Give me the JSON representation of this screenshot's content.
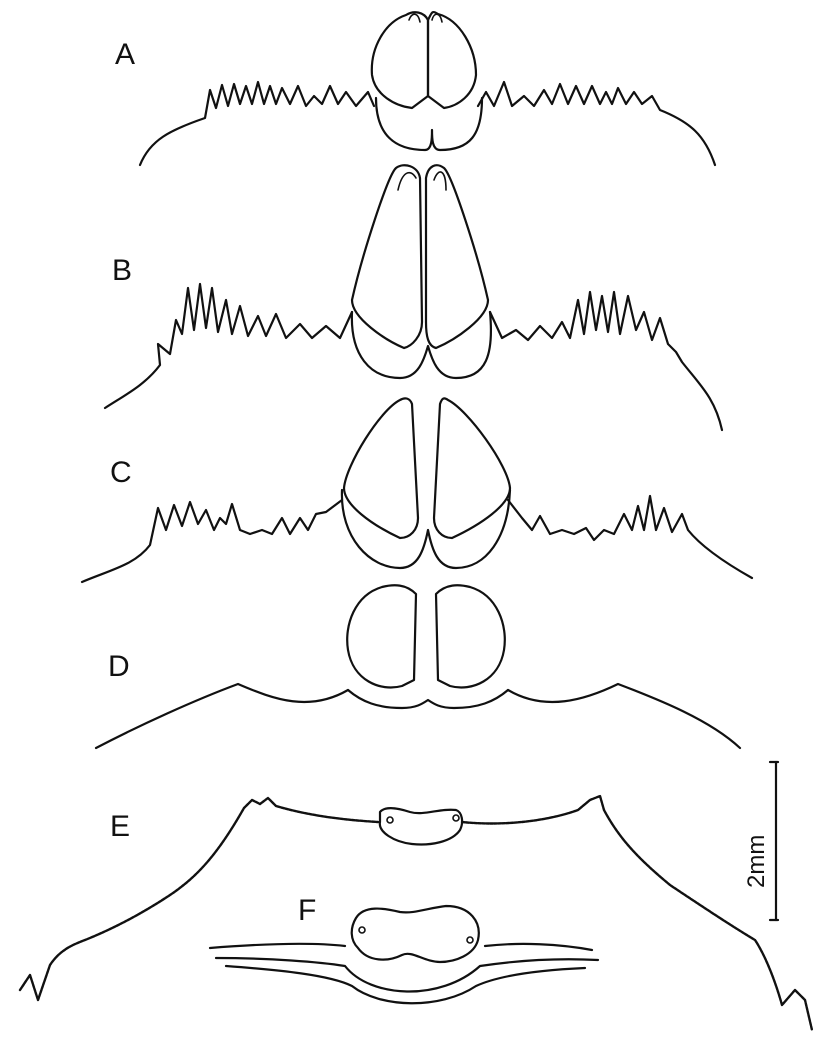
{
  "panels": [
    {
      "id": "A",
      "label": "A"
    },
    {
      "id": "B",
      "label": "B"
    },
    {
      "id": "C",
      "label": "C"
    },
    {
      "id": "D",
      "label": "D"
    },
    {
      "id": "E",
      "label": "E"
    },
    {
      "id": "F",
      "label": "F"
    }
  ],
  "scale_bar": {
    "label": "2mm"
  },
  "colors": {
    "ink": "#111111",
    "paper": "#ffffff"
  }
}
